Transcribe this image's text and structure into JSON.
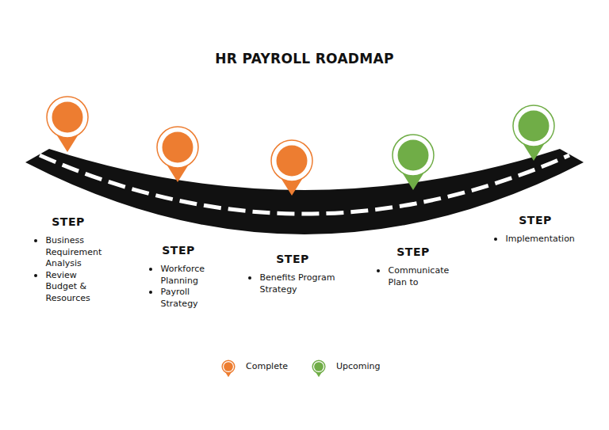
{
  "diagram": {
    "title": "HR PAYROLL ROADMAP",
    "nodes": [
      {
        "text": [
          "STEP",
          "Business Requirement Analysis",
          "Review Budget & Resources"
        ]
      },
      {
        "text": [
          "STEP",
          "Workforce Planning",
          "Payroll Strategy"
        ]
      },
      {
        "text": [
          "STEP",
          "Benefits Program Strategy"
        ]
      },
      {
        "text": [
          "STEP",
          "Communicate Plan to"
        ]
      },
      {
        "text": [
          "STEP",
          "Implementation"
        ]
      }
    ],
    "legend": [
      {
        "text": "Complete",
        "color": "#ED7D31"
      },
      {
        "text": "Upcoming",
        "color": "#70AD47"
      }
    ]
  }
}
